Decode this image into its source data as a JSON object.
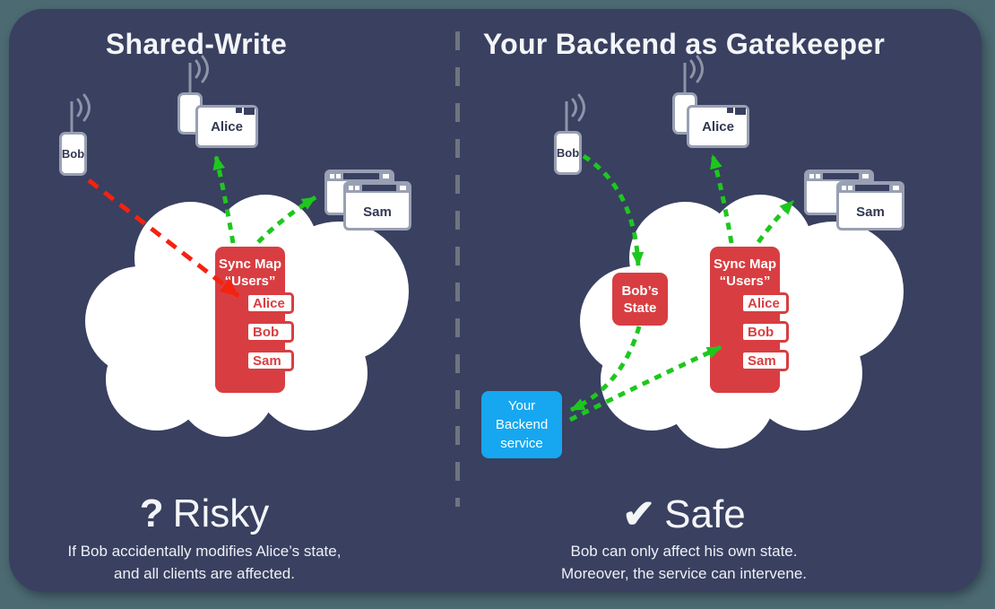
{
  "colors": {
    "outer_background": "#4C6A71",
    "panel_background": "#394060",
    "cloud_white": "#FFFFFF",
    "sync_box_red": "#D83E41",
    "risky_arrow_red": "#F42310",
    "sync_arrow_green": "#1EC71E",
    "backend_blue": "#16A7F0",
    "device_border_gray": "#99A0B3",
    "divider_gray": "#70747E",
    "heading_text": "#F4F5F8",
    "device_label_navy": "#323753"
  },
  "icons": {
    "question_icon": "?",
    "check_icon": "✔"
  },
  "left_panel": {
    "title": "Shared-Write",
    "bob_device_label": "Bob",
    "alice_device_label": "Alice",
    "sam_device_label": "Sam",
    "sync_map": {
      "title_line1": "Sync Map",
      "title_line2": "“Users”",
      "entries": [
        "Alice",
        "Bob",
        "Sam"
      ]
    },
    "verdict_mark": "?",
    "verdict_word": "Risky",
    "note_line1": "If Bob accidentally modifies Alice’s state,",
    "note_line2": "and all clients are affected."
  },
  "right_panel": {
    "title": "Your Backend as Gatekeeper",
    "bob_device_label": "Bob",
    "alice_device_label": "Alice",
    "sam_device_label": "Sam",
    "bobs_state_label": "Bob’s State",
    "backend_service_label": "Your Backend service",
    "sync_map": {
      "title_line1": "Sync Map",
      "title_line2": "“Users”",
      "entries": [
        "Alice",
        "Bob",
        "Sam"
      ]
    },
    "verdict_mark": "✔",
    "verdict_word": "Safe",
    "note_line1": "Bob can only affect his own state.",
    "note_line2": "Moreover, the service can intervene."
  }
}
